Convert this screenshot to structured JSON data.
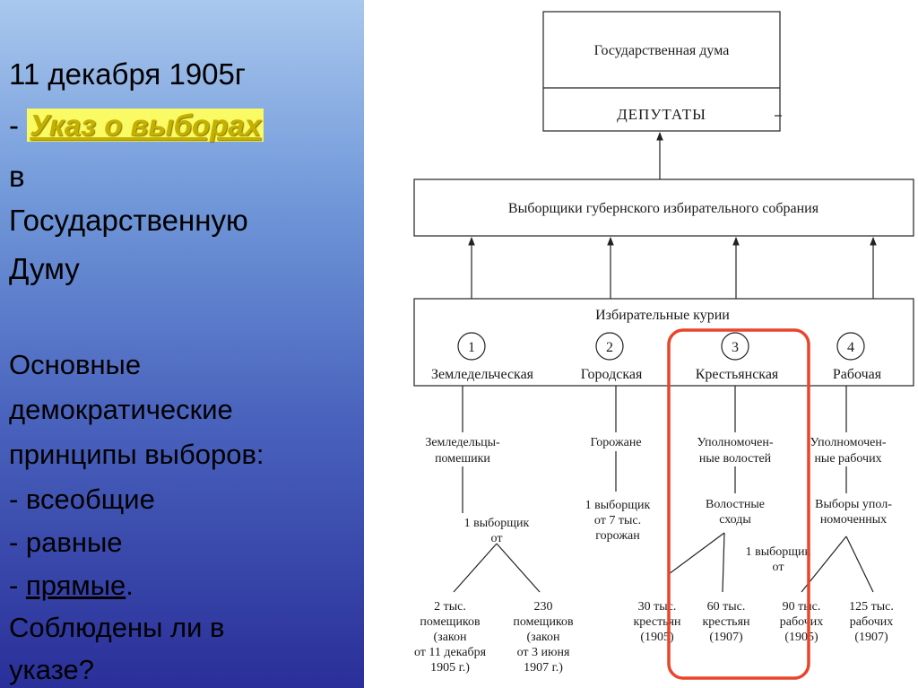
{
  "left": {
    "line1": "11 декабря 1905г",
    "line2_prefix": "- ",
    "line2_highlight": "Указ о выборах",
    "line3": "в",
    "line4": "Государственную",
    "line5": "Думу",
    "p1": "Основные",
    "p2": "демократические",
    "p3": "принципы выборов:",
    "p4": "- всеобщие",
    "p5": "- равные",
    "p6_prefix": "- ",
    "p6_underlined": "прямые",
    "p6_suffix": ".",
    "p7": "Соблюдены ли в",
    "p8": "указе?"
  },
  "diagram": {
    "duma": "Государственная дума",
    "deputies": "ДЕПУТАТЫ",
    "electors": "Выборщики губернского избирательного собрания",
    "curiae_title": "Избирательные курии",
    "curiae": [
      {
        "num": "1",
        "label": "Земледельческая"
      },
      {
        "num": "2",
        "label": "Городская"
      },
      {
        "num": "3",
        "label": "Крестьянская"
      },
      {
        "num": "4",
        "label": "Рабочая"
      }
    ],
    "c1_who_1": "Земледельцы-",
    "c1_who_2": "помешики",
    "c1_rate_1": "1 выборщик",
    "c1_rate_2": "от",
    "c1_a_1": "2 тыс.",
    "c1_a_2": "помещиков",
    "c1_a_3": "(закон",
    "c1_a_4": "от 11 декабря",
    "c1_a_5": "1905 г.)",
    "c1_b_1": "230",
    "c1_b_2": "помещиков",
    "c1_b_3": "(закон",
    "c1_b_4": "от 3 июня",
    "c1_b_5": "1907 г.)",
    "c2_who": "Горожане",
    "c2_rate_1": "1 выборщик",
    "c2_rate_2": "от 7 тыс.",
    "c2_rate_3": "горожан",
    "c3_who_1": "Уполномочен-",
    "c3_who_2": "ные волостей",
    "c3_mid_1": "Волостные",
    "c3_mid_2": "сходы",
    "c34_rate_1": "1 выборщик",
    "c34_rate_2": "от",
    "c3_a_1": "30 тыс.",
    "c3_a_2": "крестьян",
    "c3_a_3": "(1905)",
    "c3_b_1": "60 тыс.",
    "c3_b_2": "крестьян",
    "c3_b_3": "(1907)",
    "c4_who_1": "Уполномочен-",
    "c4_who_2": "ные рабочих",
    "c4_mid_1": "Выборы упол-",
    "c4_mid_2": "номоченных",
    "c4_a_1": "90 тыс.",
    "c4_a_2": "рабочих",
    "c4_a_3": "(1905)",
    "c4_b_1": "125 тыс.",
    "c4_b_2": "рабочих",
    "c4_b_3": "(1907)"
  },
  "colors": {
    "highlight_bg": "#fafa64",
    "highlight_text": "#c4b000",
    "emphasis_frame": "#e8452a",
    "panel_top": "#a9c8ee",
    "panel_bottom": "#2a2f99"
  }
}
